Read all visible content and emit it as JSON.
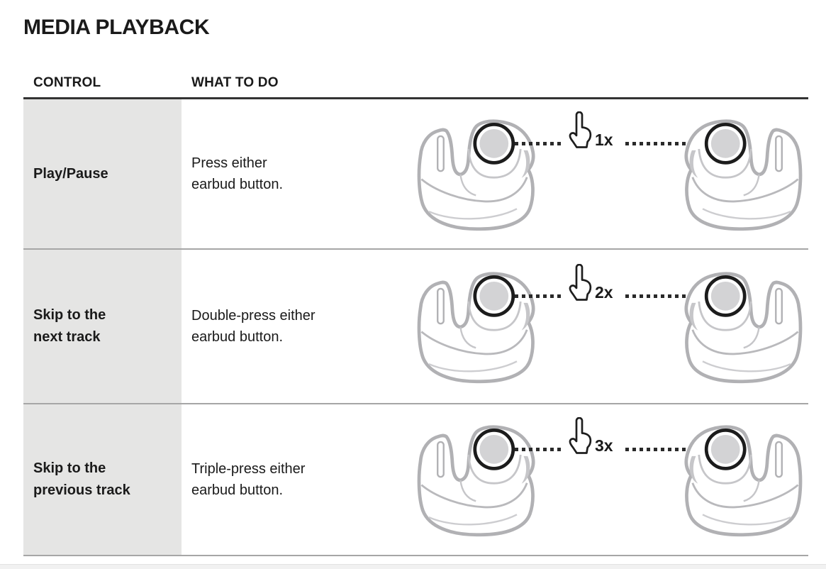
{
  "page": {
    "title": "MEDIA PLAYBACK"
  },
  "table": {
    "headers": {
      "control": "CONTROL",
      "what_to_do": "WHAT TO DO"
    },
    "rows": [
      {
        "control_lines": [
          "Play/Pause"
        ],
        "instruction_lines": [
          "Press either",
          "earbud button."
        ],
        "press_count": "1x",
        "illustration": "left-and-right-open-earbuds-linked-by-dotted-line-to-tap-gesture"
      },
      {
        "control_lines": [
          "Skip to the",
          "next track"
        ],
        "instruction_lines": [
          "Double-press either",
          "earbud button."
        ],
        "press_count": "2x",
        "illustration": "left-and-right-open-earbuds-linked-by-dotted-line-to-tap-gesture"
      },
      {
        "control_lines": [
          "Skip to the",
          "previous track"
        ],
        "instruction_lines": [
          "Triple-press either",
          "earbud button."
        ],
        "press_count": "3x",
        "illustration": "left-and-right-open-earbuds-linked-by-dotted-line-to-tap-gesture"
      }
    ]
  },
  "icons": {
    "tap_gesture": "tap-gesture-hand-icon",
    "earbud": "earbud-illustration-icon"
  },
  "colors": {
    "text": "#1a1a1a",
    "control_cell_background": "#e5e5e4",
    "header_rule": "#333333",
    "row_divider": "#a6a6a6",
    "earbud_outline": "#b1b1b4",
    "earbud_inner_line": "#c6c6c9",
    "button_ring": "#1c1c1c",
    "button_fill": "#d3d3d5",
    "dotted_line": "#2a2a2a",
    "bottom_strip": "#f1f1f1"
  }
}
